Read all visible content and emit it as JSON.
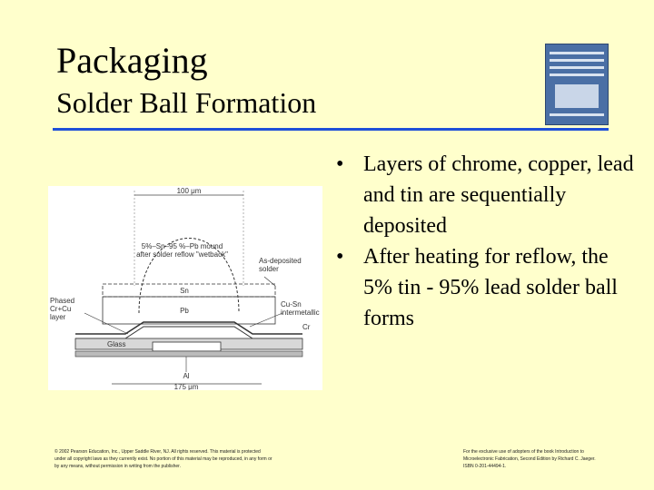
{
  "slide": {
    "title": "Packaging",
    "subtitle": "Solder Ball Formation",
    "bullets": [
      "Layers of chrome, copper, lead and tin are sequentially deposited",
      "After heating for reflow, the 5% tin - 95% lead solder ball forms"
    ]
  },
  "diagram": {
    "top_dimension": "100 μm",
    "bottom_dimension": "175 μm",
    "mound_label": "5%–Sn–95 %–Pb mound after solder reflow \"wetback\"",
    "deposited_label": "As-deposited solder",
    "sn_label": "Sn",
    "pb_label": "Pb",
    "phased_label": "Phased Cr+Cu layer",
    "cusn_label": "Cu-Sn intermetallic",
    "cr_label": "Cr",
    "glass_label": "Glass",
    "al_label": "Al"
  },
  "footer": {
    "left": "© 2002 Pearson Education, Inc., Upper Saddle River, NJ. All rights reserved. This material is protected under all copyright laws as they currently exist. No portion of this material may be reproduced, in any form or by any means, without permission in writing from the publisher.",
    "right": "For the exclusive use of adopters of the book Introduction to Microelectronic Fabrication, Second Edition by Richard C. Jaeger. ISBN 0-201-44494-1."
  },
  "colors": {
    "background": "#ffffcc",
    "rule": "#1f4fd8"
  },
  "icons": {
    "book_cover": "book-cover-icon"
  }
}
